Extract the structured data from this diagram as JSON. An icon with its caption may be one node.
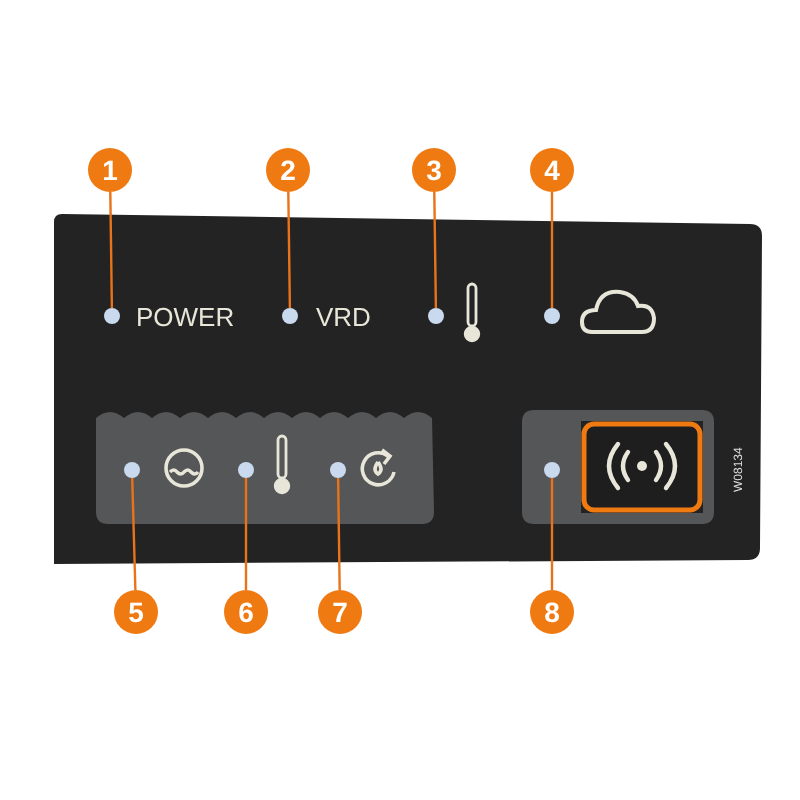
{
  "diagram": {
    "nodes": [
      {
        "text": [
          "1"
        ]
      },
      {
        "text": [
          "2"
        ]
      },
      {
        "text": [
          "3"
        ]
      },
      {
        "text": [
          "4"
        ]
      },
      {
        "text": [
          "5"
        ]
      },
      {
        "text": [
          "6"
        ]
      },
      {
        "text": [
          "7"
        ]
      },
      {
        "text": [
          "8"
        ]
      },
      {
        "text": [],
        "shape": "circle"
      },
      {
        "text": [],
        "shape": "circle"
      },
      {
        "text": [],
        "shape": "circle"
      },
      {
        "text": [],
        "shape": "circle"
      },
      {
        "text": [],
        "shape": "circle"
      },
      {
        "text": [],
        "shape": "circle"
      },
      {
        "text": [],
        "shape": "circle"
      },
      {
        "text": [],
        "shape": "circle"
      }
    ],
    "edges": [
      {
        "from": 0,
        "to": 8,
        "arrow": "none"
      },
      {
        "from": 1,
        "to": 9,
        "arrow": "none"
      },
      {
        "from": 2,
        "to": 10,
        "arrow": "none"
      },
      {
        "from": 3,
        "to": 11,
        "arrow": "none"
      },
      {
        "from": 4,
        "to": 12,
        "arrow": "none"
      },
      {
        "from": 5,
        "to": 13,
        "arrow": "none"
      },
      {
        "from": 6,
        "to": 14,
        "arrow": "none"
      },
      {
        "from": 7,
        "to": 15,
        "arrow": "none"
      }
    ],
    "labels": [
      "POWER",
      "VRD",
      "W08134"
    ]
  }
}
